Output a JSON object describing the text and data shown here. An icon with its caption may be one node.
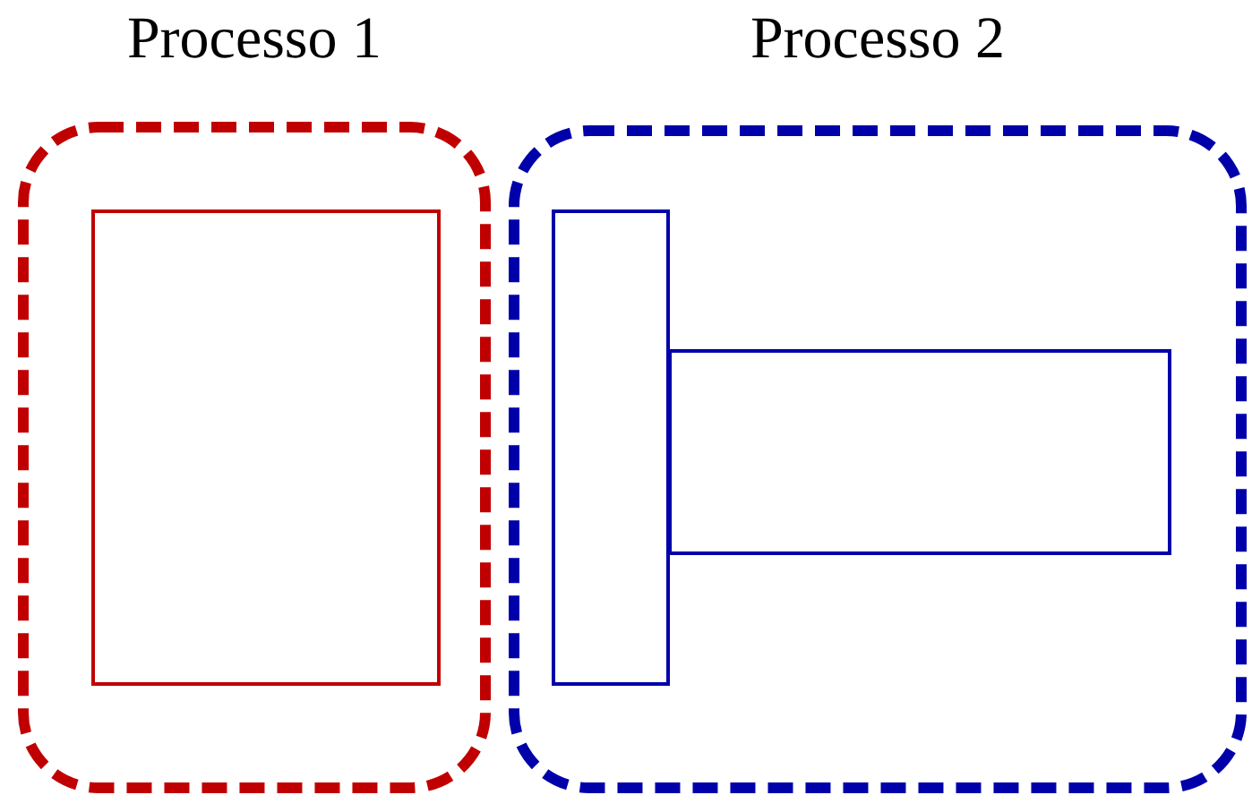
{
  "diagram": {
    "nodes": [
      {
        "text": [
          "Processo 1"
        ]
      },
      {
        "text": [],
        "shape": "box",
        "in": 0
      },
      {
        "text": [
          "Processo 2"
        ]
      },
      {
        "text": [],
        "shape": "box",
        "in": 2
      },
      {
        "text": [],
        "shape": "box",
        "in": 2
      }
    ]
  }
}
